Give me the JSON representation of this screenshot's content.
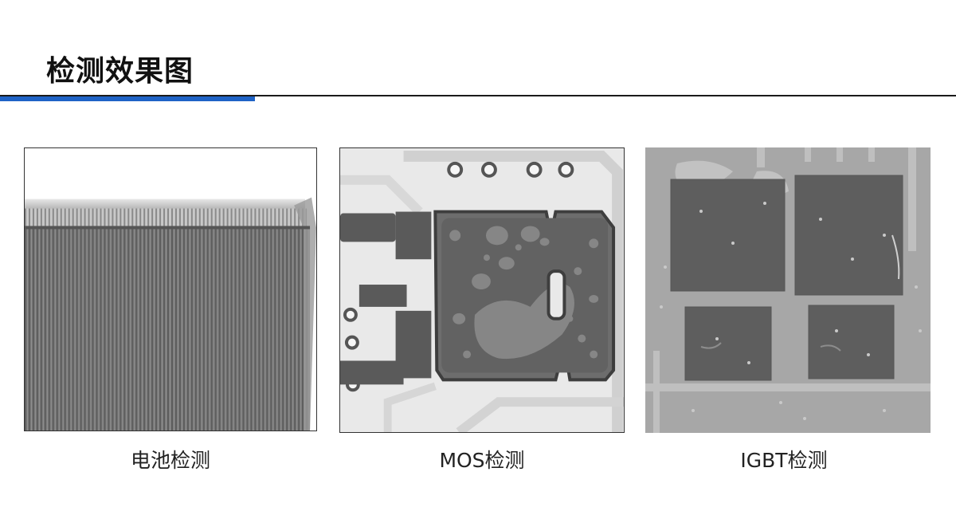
{
  "header": {
    "title": "检测效果图"
  },
  "panels": [
    {
      "caption": "电池检测",
      "image": "battery-xray-image"
    },
    {
      "caption": "MOS检测",
      "image": "mos-xray-image"
    },
    {
      "caption": "IGBT检测",
      "image": "igbt-xray-image"
    }
  ],
  "colors": {
    "accent": "#1f63c6",
    "rule": "#1a1a1a"
  }
}
